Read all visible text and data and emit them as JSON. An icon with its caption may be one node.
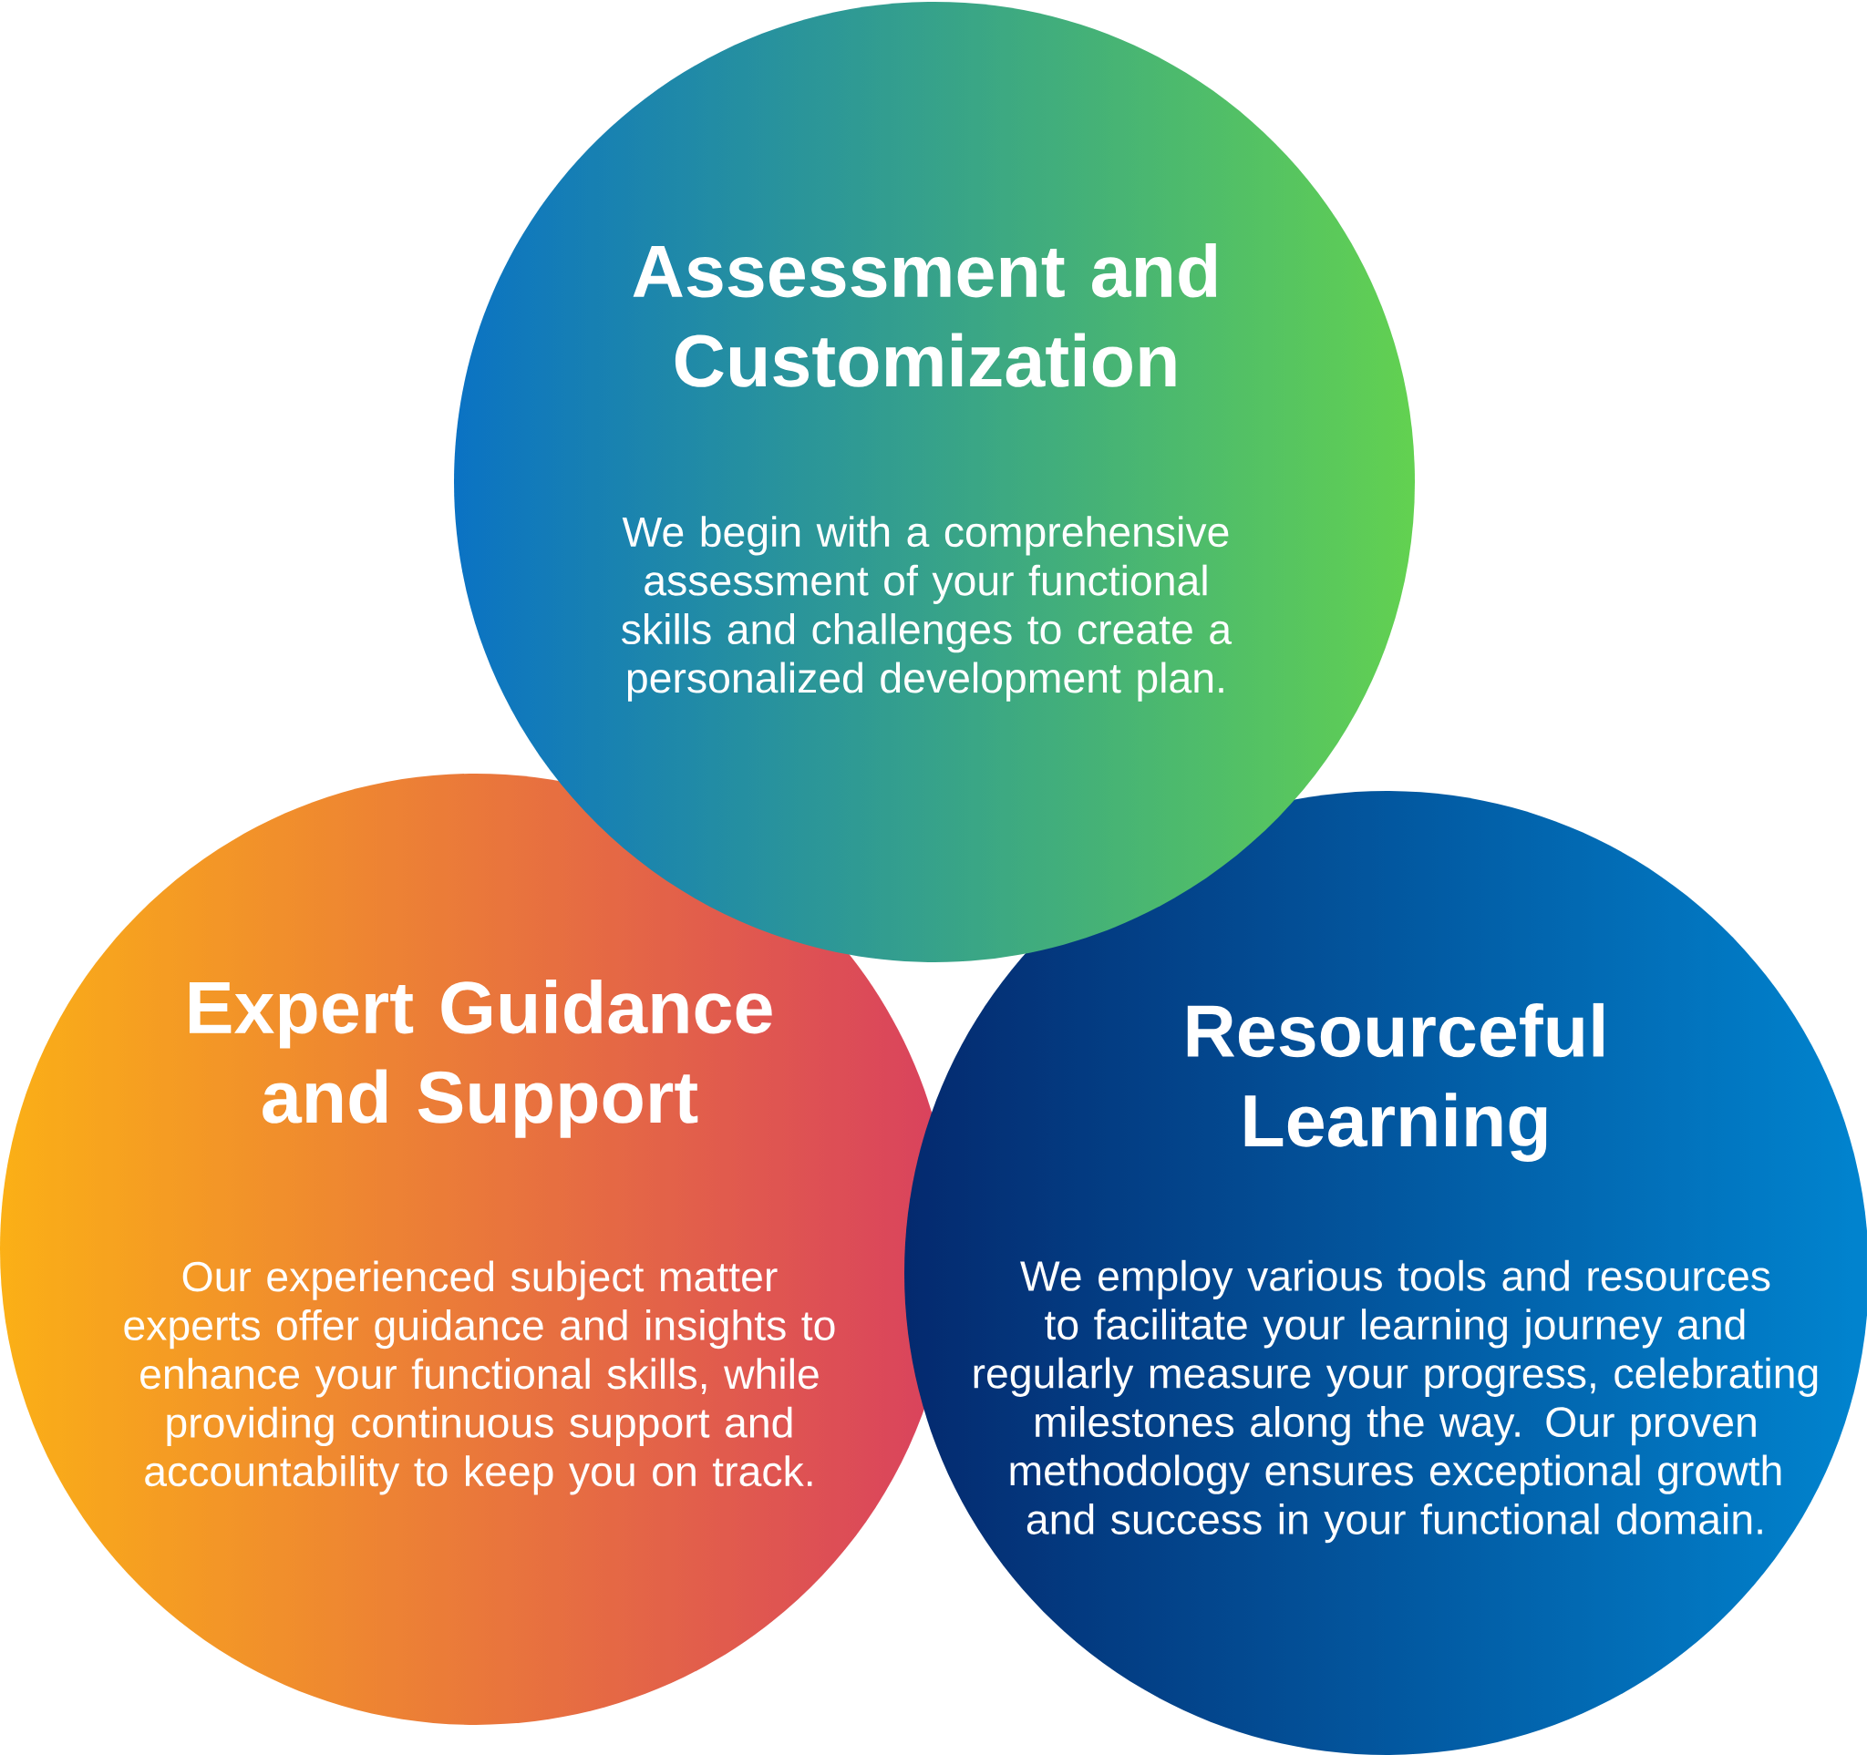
{
  "diagram": {
    "nodes": [
      {
        "text": [
          "Assessment and Customization",
          "We begin with a comprehensive assessment of your functional skills and challenges to create a personalized development plan."
        ]
      },
      {
        "text": [
          "Expert Guidance and Support",
          "Our experienced subject matter experts offer guidance and insights to enhance your functional skills, while providing continuous support and accountability to keep you on track."
        ]
      },
      {
        "text": [
          "Resourceful Learning",
          "We employ various tools and resources to facilitate your learning journey and regularly measure your progress, celebrating milestones along the way. Our proven methodology ensures exceptional growth and success in your functional domain."
        ]
      }
    ]
  }
}
